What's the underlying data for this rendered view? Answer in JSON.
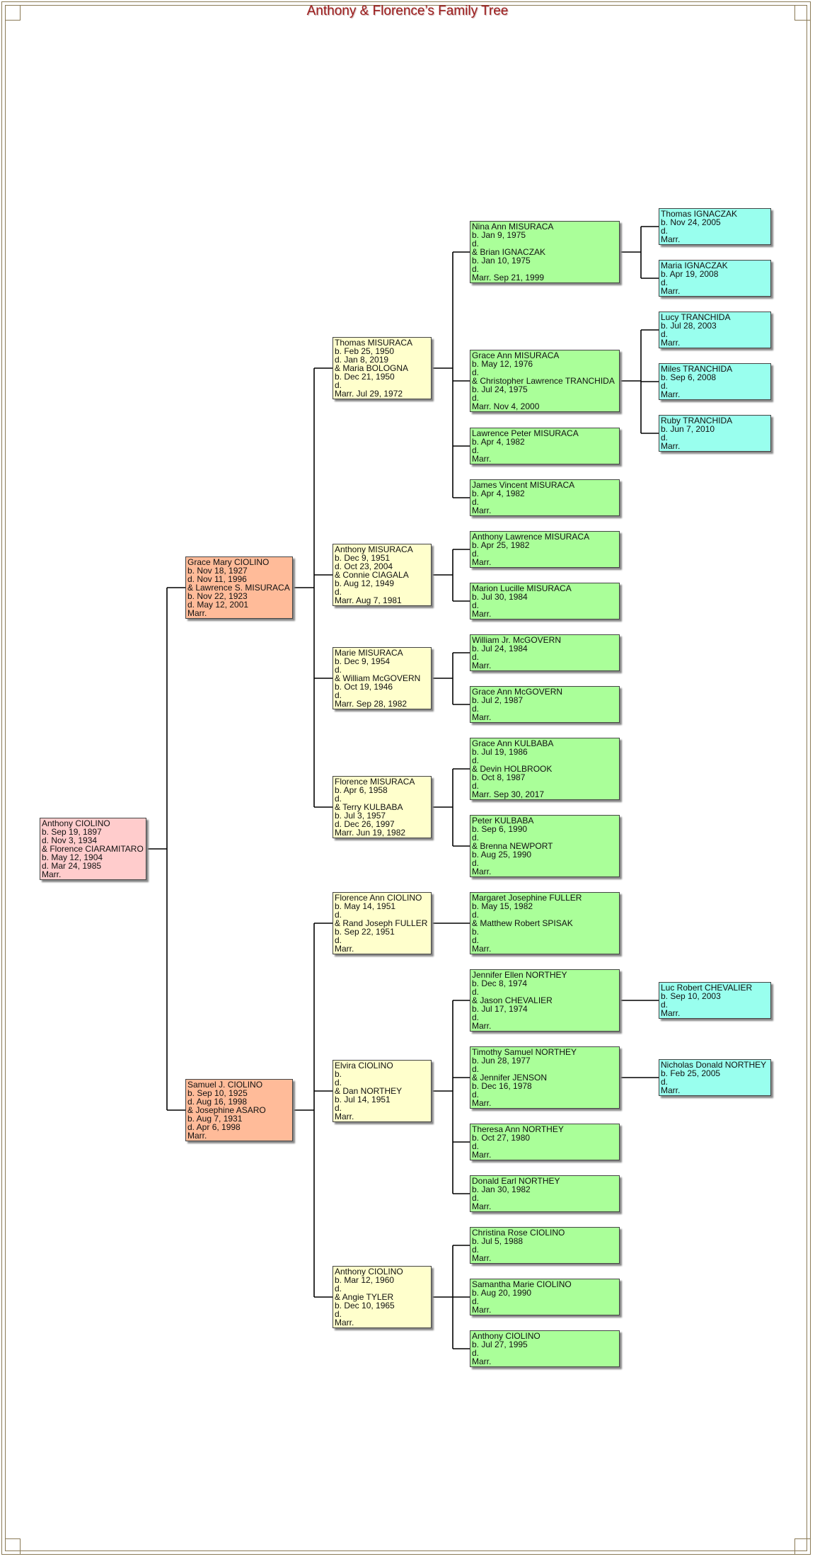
{
  "title": "Anthony & Florence’s Family Tree",
  "colors": {
    "gen0": "#ffcccc",
    "gen1": "#ffbb99",
    "gen2": "#ffffcc",
    "gen3": "#aaff99",
    "gen4": "#99ffee",
    "title": "#9b1b1b",
    "connector": "#000000"
  },
  "people": [
    {
      "id": "p0",
      "parent": null,
      "gen": 0,
      "lines": [
        "Anthony CIOLINO",
        "b. Sep 19, 1897",
        "d. Nov 3, 1934",
        "& Florence CIARAMITARO",
        "b. May 12, 1904",
        "d. Mar 24, 1985",
        "Marr."
      ]
    },
    {
      "id": "p1",
      "parent": "p0",
      "gen": 1,
      "lines": [
        "Grace Mary CIOLINO",
        "b. Nov 18, 1927",
        "d. Nov 11, 1996",
        "& Lawrence S. MISURACA",
        "b. Nov 22, 1923",
        "d. May 12, 2001",
        "Marr."
      ]
    },
    {
      "id": "p2",
      "parent": "p0",
      "gen": 1,
      "lines": [
        "Samuel J. CIOLINO",
        "b. Sep 10, 1925",
        "d. Aug 16, 1998",
        "& Josephine ASARO",
        "b. Aug 7, 1931",
        "d. Apr 6, 1998",
        "Marr."
      ]
    },
    {
      "id": "p3",
      "parent": "p1",
      "gen": 2,
      "lines": [
        "Thomas MISURACA",
        "b. Feb 25, 1950",
        "d. Jan 8, 2019",
        "& Maria BOLOGNA",
        "b. Dec 21, 1950",
        "d.",
        "Marr. Jul 29, 1972"
      ]
    },
    {
      "id": "p4",
      "parent": "p1",
      "gen": 2,
      "lines": [
        "Anthony MISURACA",
        "b. Dec 9, 1951",
        "d. Oct 23, 2004",
        "& Connie CIAGALA",
        "b. Aug 12, 1949",
        "d.",
        "Marr. Aug 7, 1981"
      ]
    },
    {
      "id": "p5",
      "parent": "p1",
      "gen": 2,
      "lines": [
        "Marie MISURACA",
        "b. Dec 9, 1954",
        "d.",
        "& William McGOVERN",
        "b. Oct 19, 1946",
        "d.",
        "Marr. Sep 28, 1982"
      ]
    },
    {
      "id": "p6",
      "parent": "p1",
      "gen": 2,
      "lines": [
        "Florence MISURACA",
        "b. Apr 6, 1958",
        "d.",
        "& Terry KULBABA",
        "b. Jul 3, 1957",
        "d. Dec 26, 1997",
        "Marr. Jun 19, 1982"
      ]
    },
    {
      "id": "p7",
      "parent": "p2",
      "gen": 2,
      "lines": [
        "Florence Ann CIOLINO",
        "b. May 14, 1951",
        "d.",
        "& Rand Joseph FULLER",
        "b. Sep 22, 1951",
        "d.",
        "Marr."
      ]
    },
    {
      "id": "p8",
      "parent": "p2",
      "gen": 2,
      "lines": [
        "Elvira CIOLINO",
        "b.",
        "d.",
        "& Dan NORTHEY",
        "b. Jul 14, 1951",
        "d.",
        "Marr."
      ]
    },
    {
      "id": "p9",
      "parent": "p2",
      "gen": 2,
      "lines": [
        "Anthony CIOLINO",
        "b. Mar 12, 1960",
        "d.",
        "& Angie TYLER",
        "b. Dec 10, 1965",
        "d.",
        "Marr."
      ]
    },
    {
      "id": "p10",
      "parent": "p3",
      "gen": 3,
      "lines": [
        "Nina Ann MISURACA",
        "b. Jan 9, 1975",
        "d.",
        "& Brian IGNACZAK",
        "b. Jan 10, 1975",
        "d.",
        "Marr. Sep 21, 1999"
      ]
    },
    {
      "id": "p11",
      "parent": "p3",
      "gen": 3,
      "lines": [
        "Grace Ann MISURACA",
        "b. May 12, 1976",
        "d.",
        "& Christopher Lawrence TRANCHIDA",
        "b. Jul 24, 1975",
        "d.",
        "Marr. Nov 4, 2000"
      ]
    },
    {
      "id": "p12",
      "parent": "p3",
      "gen": 3,
      "lines": [
        "Lawrence Peter MISURACA",
        "b. Apr 4, 1982",
        "d.",
        "Marr."
      ]
    },
    {
      "id": "p13",
      "parent": "p3",
      "gen": 3,
      "lines": [
        "James Vincent MISURACA",
        "b. Apr 4, 1982",
        "d.",
        "Marr."
      ]
    },
    {
      "id": "p14",
      "parent": "p4",
      "gen": 3,
      "lines": [
        "Anthony Lawrence MISURACA",
        "b. Apr 25, 1982",
        "d.",
        "Marr."
      ]
    },
    {
      "id": "p15",
      "parent": "p4",
      "gen": 3,
      "lines": [
        "Marion Lucille MISURACA",
        "b. Jul 30, 1984",
        "d.",
        "Marr."
      ]
    },
    {
      "id": "p16",
      "parent": "p5",
      "gen": 3,
      "lines": [
        "William Jr. McGOVERN",
        "b. Jul 24, 1984",
        "d.",
        "Marr."
      ]
    },
    {
      "id": "p17",
      "parent": "p5",
      "gen": 3,
      "lines": [
        "Grace Ann McGOVERN",
        "b. Jul 2, 1987",
        "d.",
        "Marr."
      ]
    },
    {
      "id": "p18",
      "parent": "p6",
      "gen": 3,
      "lines": [
        "Grace Ann KULBABA",
        "b. Jul 19, 1986",
        "d.",
        "& Devin HOLBROOK",
        "b. Oct 8, 1987",
        "d.",
        "Marr. Sep 30, 2017"
      ]
    },
    {
      "id": "p19",
      "parent": "p6",
      "gen": 3,
      "lines": [
        "Peter KULBABA",
        "b. Sep 6, 1990",
        "d.",
        "& Brenna NEWPORT",
        "b. Aug 25, 1990",
        "d.",
        "Marr."
      ]
    },
    {
      "id": "p20",
      "parent": "p7",
      "gen": 3,
      "lines": [
        "Margaret Josephine FULLER",
        "b. May 15, 1982",
        "d.",
        "& Matthew Robert SPISAK",
        "b.",
        "d.",
        "Marr."
      ]
    },
    {
      "id": "p21",
      "parent": "p8",
      "gen": 3,
      "lines": [
        "Jennifer Ellen NORTHEY",
        "b. Dec 8, 1974",
        "d.",
        "& Jason CHEVALIER",
        "b. Jul 17, 1974",
        "d.",
        "Marr."
      ]
    },
    {
      "id": "p22",
      "parent": "p8",
      "gen": 3,
      "lines": [
        "Timothy Samuel NORTHEY",
        "b. Jun 28, 1977",
        "d.",
        "& Jennifer JENSON",
        "b. Dec 16, 1978",
        "d.",
        "Marr."
      ]
    },
    {
      "id": "p23",
      "parent": "p8",
      "gen": 3,
      "lines": [
        "Theresa Ann NORTHEY",
        "b. Oct 27, 1980",
        "d.",
        "Marr."
      ]
    },
    {
      "id": "p24",
      "parent": "p8",
      "gen": 3,
      "lines": [
        "Donald Earl NORTHEY",
        "b. Jan 30, 1982",
        "d.",
        "Marr."
      ]
    },
    {
      "id": "p25",
      "parent": "p9",
      "gen": 3,
      "lines": [
        "Christina Rose CIOLINO",
        "b. Jul 5, 1988",
        "d.",
        "Marr."
      ]
    },
    {
      "id": "p26",
      "parent": "p9",
      "gen": 3,
      "lines": [
        "Samantha Marie CIOLINO",
        "b. Aug 20, 1990",
        "d.",
        "Marr."
      ]
    },
    {
      "id": "p27",
      "parent": "p9",
      "gen": 3,
      "lines": [
        "Anthony CIOLINO",
        "b. Jul 27, 1995",
        "d.",
        "Marr."
      ]
    },
    {
      "id": "p28",
      "parent": "p10",
      "gen": 4,
      "lines": [
        "Thomas IGNACZAK",
        "b. Nov 24, 2005",
        "d.",
        "Marr."
      ]
    },
    {
      "id": "p29",
      "parent": "p10",
      "gen": 4,
      "lines": [
        "Maria IGNACZAK",
        "b. Apr 19, 2008",
        "d.",
        "Marr."
      ]
    },
    {
      "id": "p30",
      "parent": "p11",
      "gen": 4,
      "lines": [
        "Lucy TRANCHIDA",
        "b. Jul 28, 2003",
        "d.",
        "Marr."
      ]
    },
    {
      "id": "p31",
      "parent": "p11",
      "gen": 4,
      "lines": [
        "Miles TRANCHIDA",
        "b. Sep 6, 2008",
        "d.",
        "Marr."
      ]
    },
    {
      "id": "p32",
      "parent": "p11",
      "gen": 4,
      "lines": [
        "Ruby TRANCHIDA",
        "b. Jun 7, 2010",
        "d.",
        "Marr."
      ]
    },
    {
      "id": "p33",
      "parent": "p21",
      "gen": 4,
      "lines": [
        "Luc Robert CHEVALIER",
        "b. Sep 10, 2003",
        "d.",
        "Marr."
      ]
    },
    {
      "id": "p34",
      "parent": "p22",
      "gen": 4,
      "lines": [
        "Nicholas Donald NORTHEY",
        "b. Feb 25, 2005",
        "d.",
        "Marr."
      ]
    }
  ]
}
